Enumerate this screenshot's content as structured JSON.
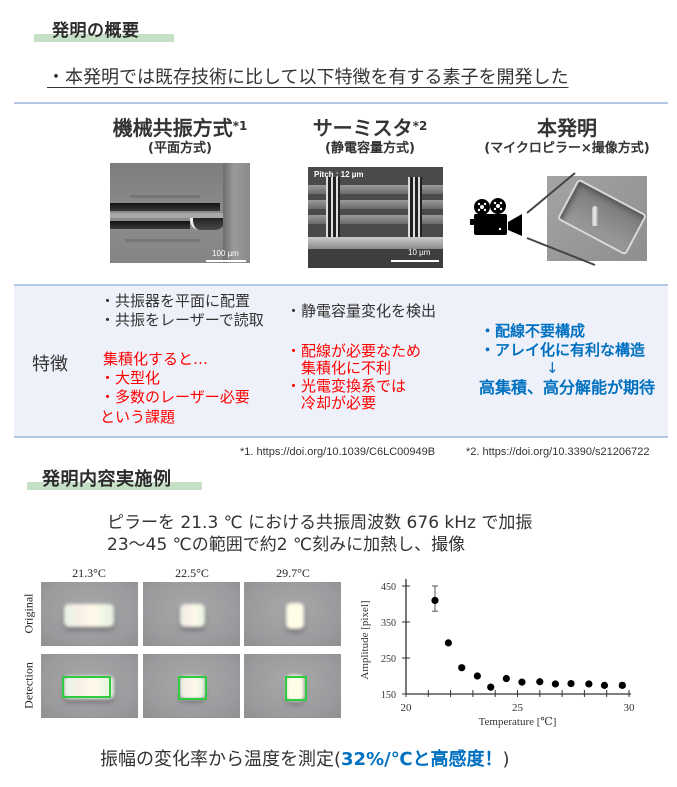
{
  "colors": {
    "red": "#ff0000",
    "blue": "#0070c0",
    "heading_bar": "#c5e0c4",
    "rule": "#b4c7e7",
    "band": "#eef1f9"
  },
  "section1": {
    "heading": "発明の概要",
    "bullet": "・本発明では既存技術に比して以下特徴を有する素子を開発した"
  },
  "columns": [
    {
      "title": "機械共振方式",
      "sup": "*1",
      "subtitle": "(平面方式)",
      "image_scale": "100 µm"
    },
    {
      "title": "サーミスタ",
      "sup": "*2",
      "subtitle": "(静電容量方式)",
      "image_label": "Pitch : 12 µm",
      "image_scale": "10 µm"
    },
    {
      "title": "本発明",
      "sup": "",
      "subtitle": "(マイクロピラー×撮像方式)",
      "icon": "video-camera-icon"
    }
  ],
  "features": {
    "label": "特徴",
    "col1": {
      "black": [
        "・共振器を平面に配置",
        "・共振をレーザーで読取"
      ],
      "red": [
        "集積化すると…",
        "・大型化",
        "・多数のレーザー必要",
        "という課題"
      ]
    },
    "col2": {
      "black": [
        "・静電容量変化を検出"
      ],
      "red": [
        "・配線が必要なため",
        "　集積化に不利",
        "・光電変換系では",
        "　冷却が必要"
      ]
    },
    "col3": {
      "blue": [
        "・配線不要構成",
        "・アレイ化に有利な構造"
      ],
      "arrow": "↓",
      "result": "高集積、高分解能が期待"
    }
  },
  "footnotes": [
    "*1. https://doi.org/10.1039/C6LC00949B",
    "*2. https://doi.org/10.3390/s21206722"
  ],
  "section2": {
    "heading": "発明内容実施例",
    "desc": [
      "ピラーを 21.3 ℃ における共振周波数 676 kHz で加振",
      "23～45 ℃の範囲で約2 ℃刻みに加熱し、撮像"
    ],
    "image_panel": {
      "columns": [
        "21.3°C",
        "22.5°C",
        "29.7°C"
      ],
      "rows": [
        "Original",
        "Detection"
      ]
    },
    "conclusion_prefix": "振幅の変化率から温度を測定(",
    "conclusion_highlight": "32%/℃と高感度！",
    "conclusion_suffix": ")"
  },
  "chart_data": {
    "type": "scatter",
    "title": "",
    "xlabel": "Temperature [℃]",
    "ylabel": "Amplitude [pixel]",
    "xlim": [
      20,
      30
    ],
    "ylim": [
      150,
      450
    ],
    "xticks": [
      20,
      25,
      30
    ],
    "yticks": [
      150,
      250,
      350,
      450
    ],
    "grid": false,
    "legend": null,
    "series": [
      {
        "name": "Amplitude",
        "x": [
          21.3,
          21.9,
          22.5,
          23.2,
          23.8,
          24.5,
          25.2,
          26.0,
          26.7,
          27.4,
          28.2,
          28.9,
          29.7
        ],
        "y": [
          410,
          292,
          223,
          200,
          169,
          193,
          183,
          184,
          178,
          179,
          178,
          174,
          174
        ],
        "error_bars": [
          {
            "index": 0,
            "low": 380,
            "high": 450
          },
          {
            "index": 12,
            "low": 168,
            "high": 181
          }
        ]
      }
    ]
  }
}
